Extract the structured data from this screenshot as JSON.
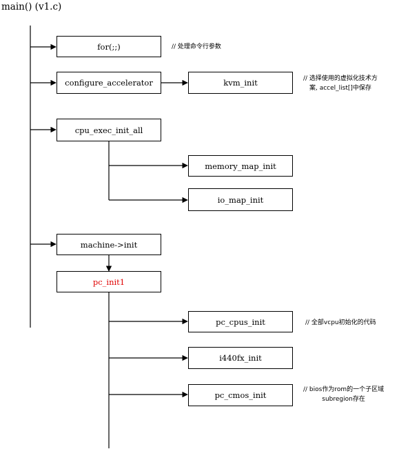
{
  "title": "main() (v1.c)",
  "boxes": {
    "for": "for(;;)",
    "configure_accelerator": "configure_accelerator",
    "kvm_init": "kvm_init",
    "cpu_exec_init_all": "cpu_exec_init_all",
    "memory_map_init": "memory_map_init",
    "io_map_init": "io_map_init",
    "machine_init": "machine->init",
    "pc_init1": "pc_init1",
    "pc_cpus_init": "pc_cpus_init",
    "i440fx_init": "i440fx_init",
    "pc_cmos_init": "pc_cmos_init"
  },
  "notes": {
    "for": "// 处理命令行参数",
    "kvm_line1": "// 选择使用的虚拟化技术方",
    "kvm_line2": "案, accel_list[]中保存",
    "pc_cpus": "// 全部vcpu初始化的代码",
    "cmos_line1": "// bios作为rom的一个子区域",
    "cmos_line2": "subregion存在"
  },
  "colors": {
    "line": "#000000",
    "highlight": "#e00000"
  }
}
